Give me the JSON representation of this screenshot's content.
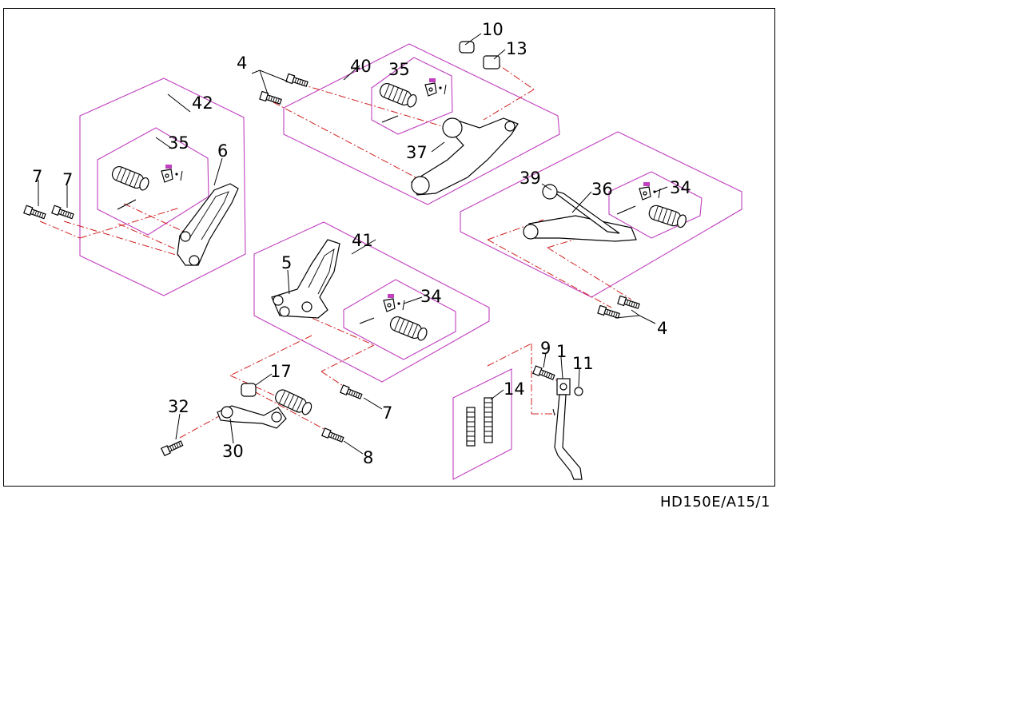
{
  "diagram_code": "HD150E/A15/1",
  "callouts": {
    "n1": "1",
    "n4a": "4",
    "n4b": "4",
    "n5": "5",
    "n6": "6",
    "n7a": "7",
    "n7b": "7",
    "n7c": "7",
    "n8": "8",
    "n9": "9",
    "n10": "10",
    "n11": "11",
    "n13": "13",
    "n14": "14",
    "n17": "17",
    "n30": "30",
    "n32": "32",
    "n34a": "34",
    "n34b": "34",
    "n35a": "35",
    "n35b": "35",
    "n36": "36",
    "n37": "37",
    "n39": "39",
    "n40": "40",
    "n41": "41",
    "n42": "42"
  },
  "colors": {
    "group_outline": "#c040c0",
    "leader_line": "#d02020",
    "ink": "#000000"
  }
}
